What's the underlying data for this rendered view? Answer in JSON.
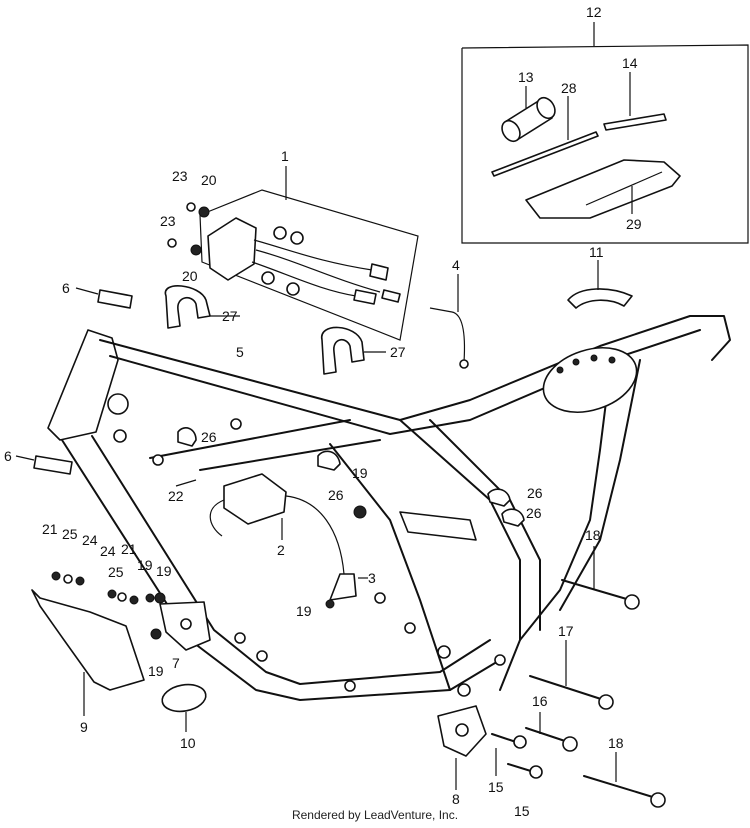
{
  "callouts": [
    {
      "id": "c1",
      "text": "1"
    },
    {
      "id": "c2",
      "text": "2"
    },
    {
      "id": "c3",
      "text": "3"
    },
    {
      "id": "c4",
      "text": "4"
    },
    {
      "id": "c5",
      "text": "5"
    },
    {
      "id": "c6a",
      "text": "6"
    },
    {
      "id": "c6b",
      "text": "6"
    },
    {
      "id": "c7",
      "text": "7"
    },
    {
      "id": "c8",
      "text": "8"
    },
    {
      "id": "c9",
      "text": "9"
    },
    {
      "id": "c10",
      "text": "10"
    },
    {
      "id": "c11",
      "text": "11"
    },
    {
      "id": "c12",
      "text": "12"
    },
    {
      "id": "c13",
      "text": "13"
    },
    {
      "id": "c14",
      "text": "14"
    },
    {
      "id": "c15a",
      "text": "15"
    },
    {
      "id": "c15b",
      "text": "15"
    },
    {
      "id": "c16",
      "text": "16"
    },
    {
      "id": "c17",
      "text": "17"
    },
    {
      "id": "c18a",
      "text": "18"
    },
    {
      "id": "c18b",
      "text": "18"
    },
    {
      "id": "c19a",
      "text": "19"
    },
    {
      "id": "c19b",
      "text": "19"
    },
    {
      "id": "c19c",
      "text": "19"
    },
    {
      "id": "c19d",
      "text": "19"
    },
    {
      "id": "c19e",
      "text": "19"
    },
    {
      "id": "c20a",
      "text": "20"
    },
    {
      "id": "c20b",
      "text": "20"
    },
    {
      "id": "c21a",
      "text": "21"
    },
    {
      "id": "c21b",
      "text": "21"
    },
    {
      "id": "c22",
      "text": "22"
    },
    {
      "id": "c23a",
      "text": "23"
    },
    {
      "id": "c23b",
      "text": "23"
    },
    {
      "id": "c24a",
      "text": "24"
    },
    {
      "id": "c24b",
      "text": "24"
    },
    {
      "id": "c25a",
      "text": "25"
    },
    {
      "id": "c25b",
      "text": "25"
    },
    {
      "id": "c26a",
      "text": "26"
    },
    {
      "id": "c26b",
      "text": "26"
    },
    {
      "id": "c26c",
      "text": "26"
    },
    {
      "id": "c26d",
      "text": "26"
    },
    {
      "id": "c27a",
      "text": "27"
    },
    {
      "id": "c27b",
      "text": "27"
    },
    {
      "id": "c28",
      "text": "28"
    },
    {
      "id": "c29",
      "text": "29"
    }
  ],
  "footer": "Rendered by LeadVenture, Inc.",
  "colors": {
    "ink": "#111111",
    "background": "#ffffff"
  }
}
